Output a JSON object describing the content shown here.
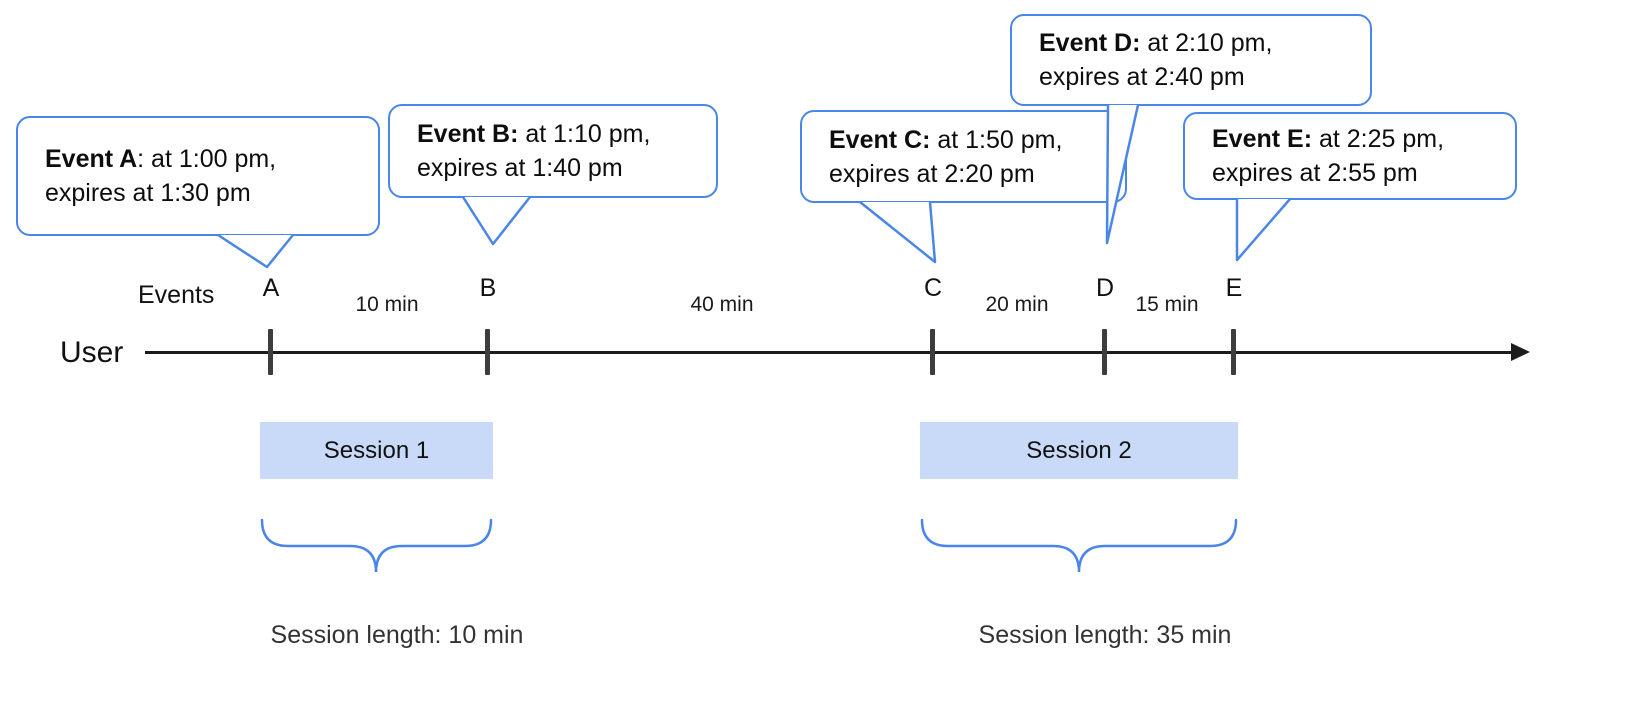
{
  "axis": {
    "user_label": "User",
    "events_label": "Events"
  },
  "events": [
    {
      "letter": "A",
      "bold": "Event A",
      "rest": ": at 1:00 pm,",
      "line2": "expires at 1:30 pm"
    },
    {
      "letter": "B",
      "bold": "Event B:",
      "rest": " at 1:10 pm,",
      "line2": "expires at 1:40 pm"
    },
    {
      "letter": "C",
      "bold": "Event C:",
      "rest": " at 1:50 pm,",
      "line2": "expires at 2:20 pm"
    },
    {
      "letter": "D",
      "bold": "Event D:",
      "rest": " at 2:10 pm,",
      "line2": "expires at 2:40 pm"
    },
    {
      "letter": "E",
      "bold": "Event E:",
      "rest": " at 2:25 pm,",
      "line2": "expires at 2:55 pm"
    }
  ],
  "intervals": [
    {
      "label": "10 min"
    },
    {
      "label": "40 min"
    },
    {
      "label": "20 min"
    },
    {
      "label": "15 min"
    }
  ],
  "sessions": [
    {
      "label": "Session 1",
      "length_label": "Session length: 10 min"
    },
    {
      "label": "Session 2",
      "length_label": "Session length: 35 min"
    }
  ],
  "colors": {
    "accent_blue": "#4a86e8",
    "session_fill": "#c9daf8"
  }
}
